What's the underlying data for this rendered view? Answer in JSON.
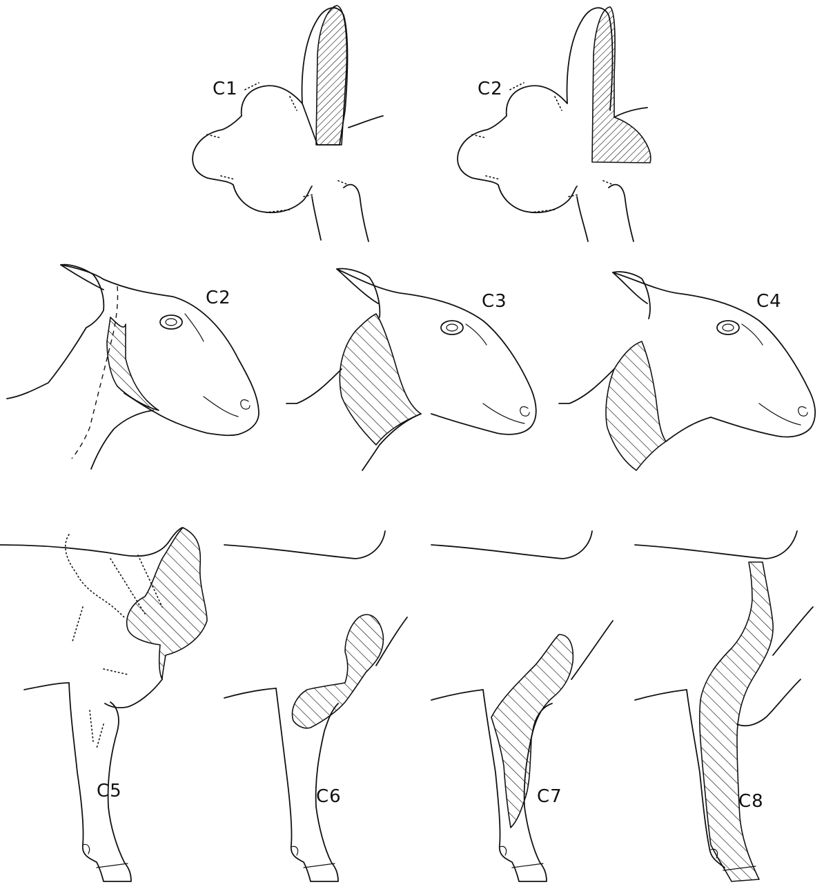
{
  "labels": {
    "c1_top": "C1",
    "c2_top": "C2",
    "c2_head": "C2",
    "c3_head": "C3",
    "c4_head": "C4",
    "c5_leg": "C5",
    "c6_leg": "C6",
    "c7_leg": "C7",
    "c8_leg": "C8"
  }
}
